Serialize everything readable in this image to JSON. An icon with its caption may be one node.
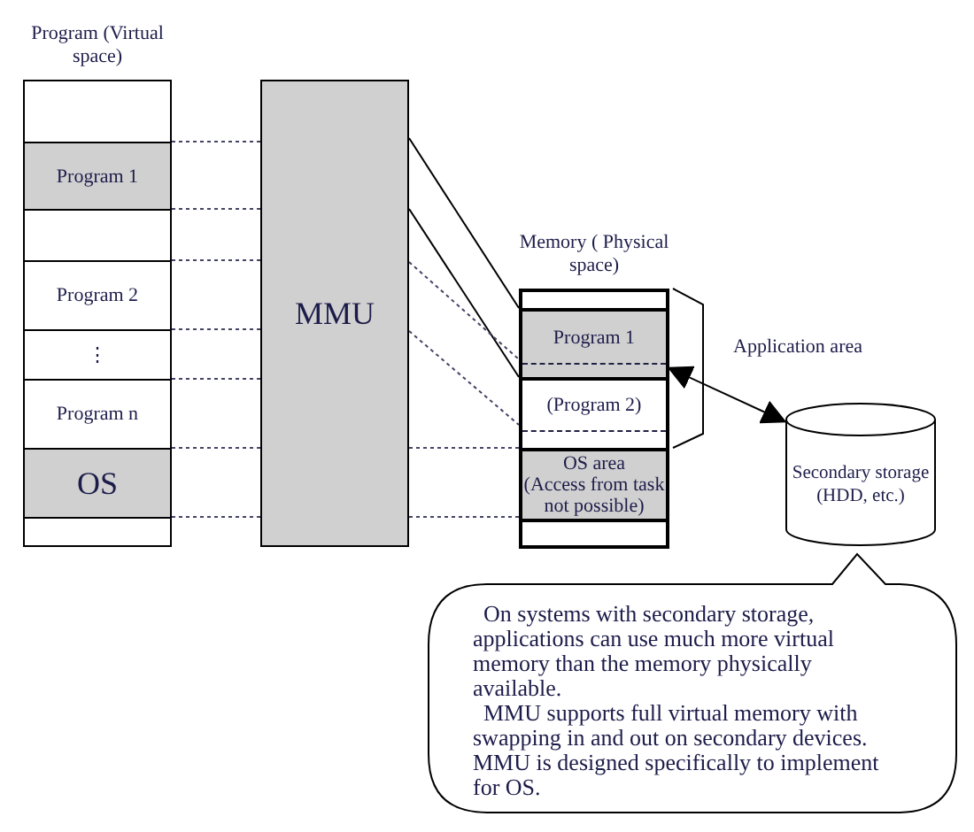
{
  "diagram": {
    "nodes": [
      {
        "text": [
          "Program (Virtual space)"
        ]
      },
      {
        "text": [
          "Program 1"
        ],
        "in": 0
      },
      {
        "text": [
          "Program 2"
        ],
        "in": 0
      },
      {
        "text": [
          "⋮"
        ],
        "in": 0
      },
      {
        "text": [
          "Program n"
        ],
        "in": 0
      },
      {
        "text": [
          "OS"
        ],
        "in": 0
      },
      {
        "text": [
          "MMU"
        ]
      },
      {
        "text": [
          "Memory ( Physical space)"
        ]
      },
      {
        "text": [
          "Program 1"
        ],
        "in": 7
      },
      {
        "text": [
          "(Program 2)"
        ],
        "in": 7
      },
      {
        "text": [
          "OS area",
          "(Access from task not possible)"
        ],
        "in": 7
      },
      {
        "text": [
          "Secondary storage (HDD, etc.)"
        ]
      },
      {
        "text": [
          "On systems with secondary storage, applications can use much more virtual memory than the memory physically available.",
          "MMU supports full virtual memory with swapping in and out on secondary devices. MMU is designed specifically to implement for OS."
        ]
      }
    ],
    "edges": [
      {
        "from": 0,
        "to": 6,
        "arrow": "none",
        "style": "dashed"
      },
      {
        "from": 0,
        "to": 6,
        "arrow": "none",
        "style": "dashed"
      },
      {
        "from": 0,
        "to": 6,
        "arrow": "none",
        "style": "dashed"
      },
      {
        "from": 0,
        "to": 6,
        "arrow": "none",
        "style": "dashed"
      },
      {
        "from": 0,
        "to": 6,
        "arrow": "none",
        "style": "dashed"
      },
      {
        "from": 0,
        "to": 6,
        "arrow": "none",
        "style": "dashed"
      },
      {
        "from": 0,
        "to": 6,
        "arrow": "none",
        "style": "dashed"
      },
      {
        "from": 6,
        "to": 7,
        "arrow": "none",
        "color": "#000000"
      },
      {
        "from": 6,
        "to": 7,
        "arrow": "none",
        "color": "#000000"
      },
      {
        "from": 6,
        "to": 7,
        "arrow": "none",
        "style": "dashed"
      },
      {
        "from": 6,
        "to": 7,
        "arrow": "none",
        "style": "dashed"
      },
      {
        "from": 6,
        "to": 7,
        "arrow": "none",
        "style": "dashed"
      },
      {
        "from": 6,
        "to": 7,
        "arrow": "none",
        "style": "dashed"
      },
      {
        "from": 7,
        "to": 11,
        "arrow": "both",
        "color": "#000000"
      }
    ],
    "labels": [
      "Application area"
    ]
  }
}
